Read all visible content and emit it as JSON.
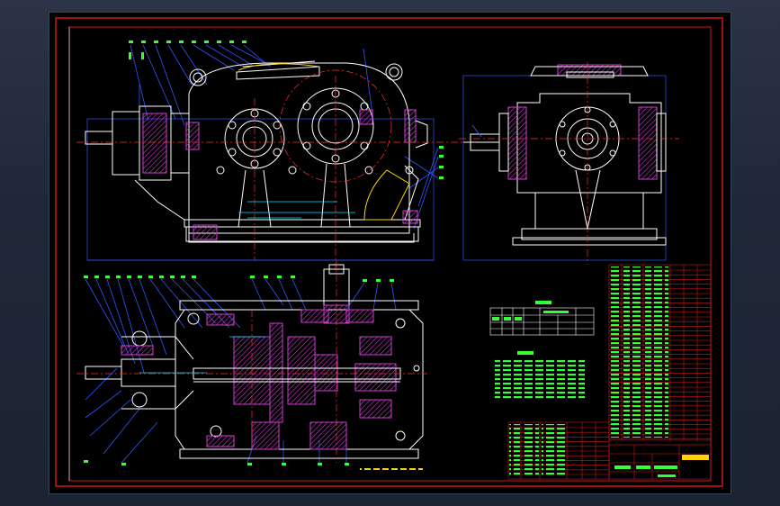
{
  "colors": {
    "background": "#000000",
    "frame": "#d01818",
    "outline": "#ffffff",
    "leader": "#2f56ff",
    "centerline": "#ff3030",
    "hatch": "#d23cd2",
    "label": "#35ff35",
    "dim": "#00e5ff",
    "accent": "#ffd200"
  },
  "drawing": {
    "front_view": "main-front-view",
    "side_view": "left-side-view",
    "top_view": "top-section-view"
  },
  "title_block": {
    "title_text": "二级圆柱齿轮减速器装配图"
  }
}
